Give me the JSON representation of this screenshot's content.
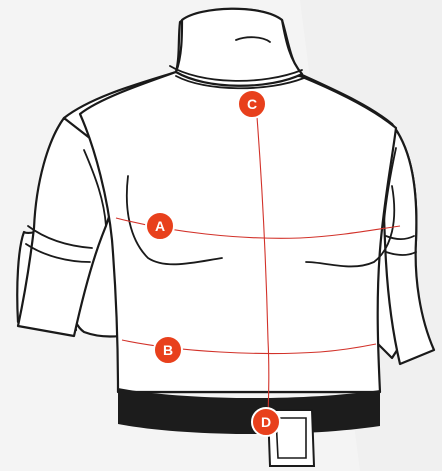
{
  "colors": {
    "marker": "#e8401c",
    "measure_line": "#d2322a",
    "outline": "#1a1a1a",
    "belt": "#1c1c1c",
    "background": "#f4f4f4"
  },
  "markers": [
    {
      "id": "chest",
      "label": "A"
    },
    {
      "id": "waist",
      "label": "B"
    },
    {
      "id": "neck",
      "label": "C"
    },
    {
      "id": "belt",
      "label": "D"
    }
  ]
}
